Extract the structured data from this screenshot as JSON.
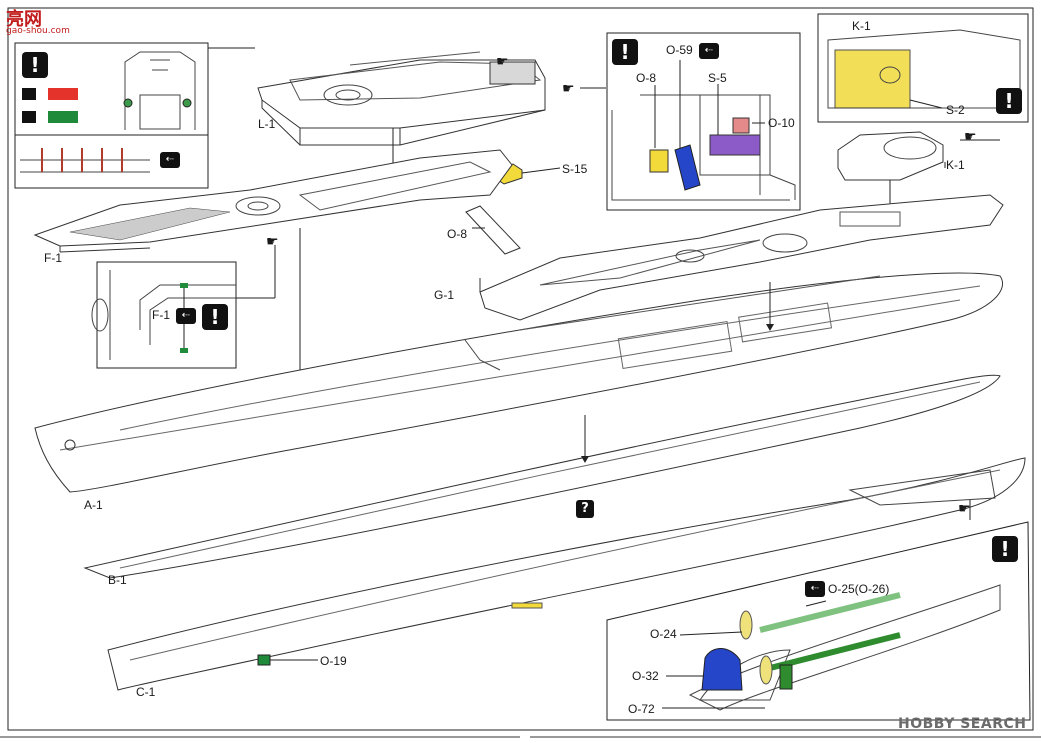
{
  "logo": {
    "text_main": "亮网",
    "text_sub": "gao-shou.com"
  },
  "watermark": {
    "text": "HOBBY SEARCH"
  },
  "symbols": {
    "warning": "!",
    "question": "?",
    "hand": "☛",
    "badge": "⇠"
  },
  "colors": {
    "red": "#e4332b",
    "green": "#1f8a3a",
    "yellow": "#f2da3a",
    "blue": "#2546c9",
    "purple": "#8c5bc8",
    "pink": "#e58a8a",
    "light_green": "#7fc17f",
    "dark_green": "#2e8b2e",
    "prop_yellow": "#efe27a"
  },
  "labels": {
    "L1": "L-1",
    "S15": "S-15",
    "F1": "F-1",
    "F1_inset": "F-1",
    "O8_top": "O-8",
    "O59": "O-59",
    "S5": "S-5",
    "O10": "O-10",
    "K1_top": "K-1",
    "S2": "S-2",
    "K1": "K-1",
    "O8": "O-8",
    "G1": "G-1",
    "A1": "A-1",
    "B1": "B-1",
    "C1": "C-1",
    "O19": "O-19",
    "O25": "O-25(O-26)",
    "O24": "O-24",
    "O32": "O-32",
    "O72": "O-72"
  }
}
